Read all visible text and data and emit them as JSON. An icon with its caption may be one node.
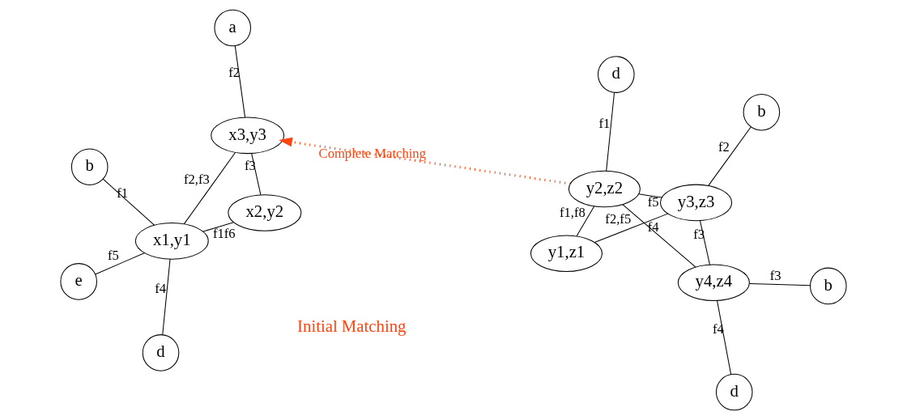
{
  "diagram": {
    "nodes": [
      {
        "text": [
          "x1,y1"
        ]
      },
      {
        "text": [
          "x2,y2"
        ]
      },
      {
        "text": [
          "x3,y3"
        ]
      },
      {
        "text": [
          "a"
        ]
      },
      {
        "text": [
          "b"
        ]
      },
      {
        "text": [
          "e"
        ]
      },
      {
        "text": [
          "d"
        ]
      },
      {
        "text": [
          "y1,z1"
        ]
      },
      {
        "text": [
          "d"
        ]
      },
      {
        "text": [
          "y4,z4"
        ]
      },
      {
        "text": [
          "y2,z2"
        ]
      },
      {
        "text": [
          "d"
        ]
      },
      {
        "text": [
          "b"
        ]
      },
      {
        "text": [
          "y3,z3"
        ]
      },
      {
        "text": [
          "b"
        ]
      }
    ],
    "edges": [
      {
        "from": 0,
        "to": 1,
        "arrow": "none",
        "label": "f1f6"
      },
      {
        "from": 0,
        "to": 2,
        "arrow": "none",
        "label": "f2,f3"
      },
      {
        "from": 1,
        "to": 2,
        "arrow": "none",
        "label": "f3"
      },
      {
        "from": 2,
        "to": 3,
        "arrow": "none",
        "label": "f2"
      },
      {
        "from": 0,
        "to": 4,
        "arrow": "none",
        "label": "f1"
      },
      {
        "from": 0,
        "to": 5,
        "arrow": "none",
        "label": "f5"
      },
      {
        "from": 0,
        "to": 6,
        "arrow": "none",
        "label": "f4"
      },
      {
        "from": 7,
        "to": 10,
        "arrow": "none",
        "label": "f1,f8"
      },
      {
        "from": 7,
        "to": 13,
        "arrow": "none",
        "label": "f2,f5"
      },
      {
        "from": 8,
        "to": 9,
        "arrow": "none",
        "label": "f4"
      },
      {
        "from": 12,
        "to": 9,
        "arrow": "none",
        "label": "f3"
      },
      {
        "from": 9,
        "to": 10,
        "arrow": "none",
        "label": "f4"
      },
      {
        "from": 9,
        "to": 13,
        "arrow": "none",
        "label": "f3"
      },
      {
        "from": 10,
        "to": 13,
        "arrow": "none",
        "label": "f5"
      },
      {
        "from": 10,
        "to": 11,
        "arrow": "none",
        "label": "f1"
      },
      {
        "from": 13,
        "to": 14,
        "arrow": "none",
        "label": "f2"
      },
      {
        "from": 10,
        "to": 2,
        "arrow": "to",
        "label": "Complete Matching",
        "style": "dashed",
        "color": "#ff4411"
      }
    ],
    "labels": [
      "Initial Matching"
    ]
  }
}
